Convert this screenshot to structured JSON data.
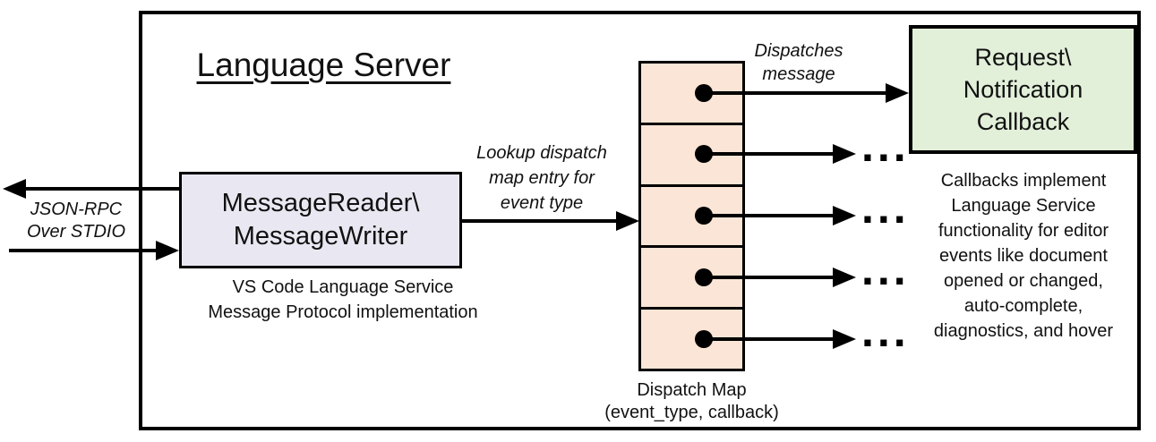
{
  "diagram": {
    "title": "Language Server",
    "io_label": {
      "lines": [
        "JSON-RPC",
        "Over STDIO"
      ]
    },
    "reader": {
      "lines": [
        "MessageReader\\",
        "MessageWriter"
      ],
      "caption_lines": [
        "VS Code Language Service",
        "Message Protocol implementation"
      ]
    },
    "lookup_label": {
      "lines": [
        "Lookup dispatch",
        "map entry for",
        "event type"
      ]
    },
    "dispatches_label": {
      "lines": [
        "Dispatches",
        "message"
      ]
    },
    "dispatch_map": {
      "cell_count": 5,
      "caption_lines": [
        "Dispatch Map",
        "(event_type, callback)"
      ]
    },
    "callback_box": {
      "lines": [
        "Request\\",
        "Notification",
        "Callback"
      ]
    },
    "callback_note_lines": [
      "Callbacks implement",
      "Language Service",
      "functionality for editor",
      "events like document",
      "opened or changed,",
      "auto-complete,",
      "diagnostics, and hover"
    ],
    "ellipsis": "...",
    "colors": {
      "map_fill": "#fbe5d6",
      "reader_fill": "#e9e8f2",
      "callback_fill": "#e2efd9",
      "stroke": "#000000"
    }
  }
}
